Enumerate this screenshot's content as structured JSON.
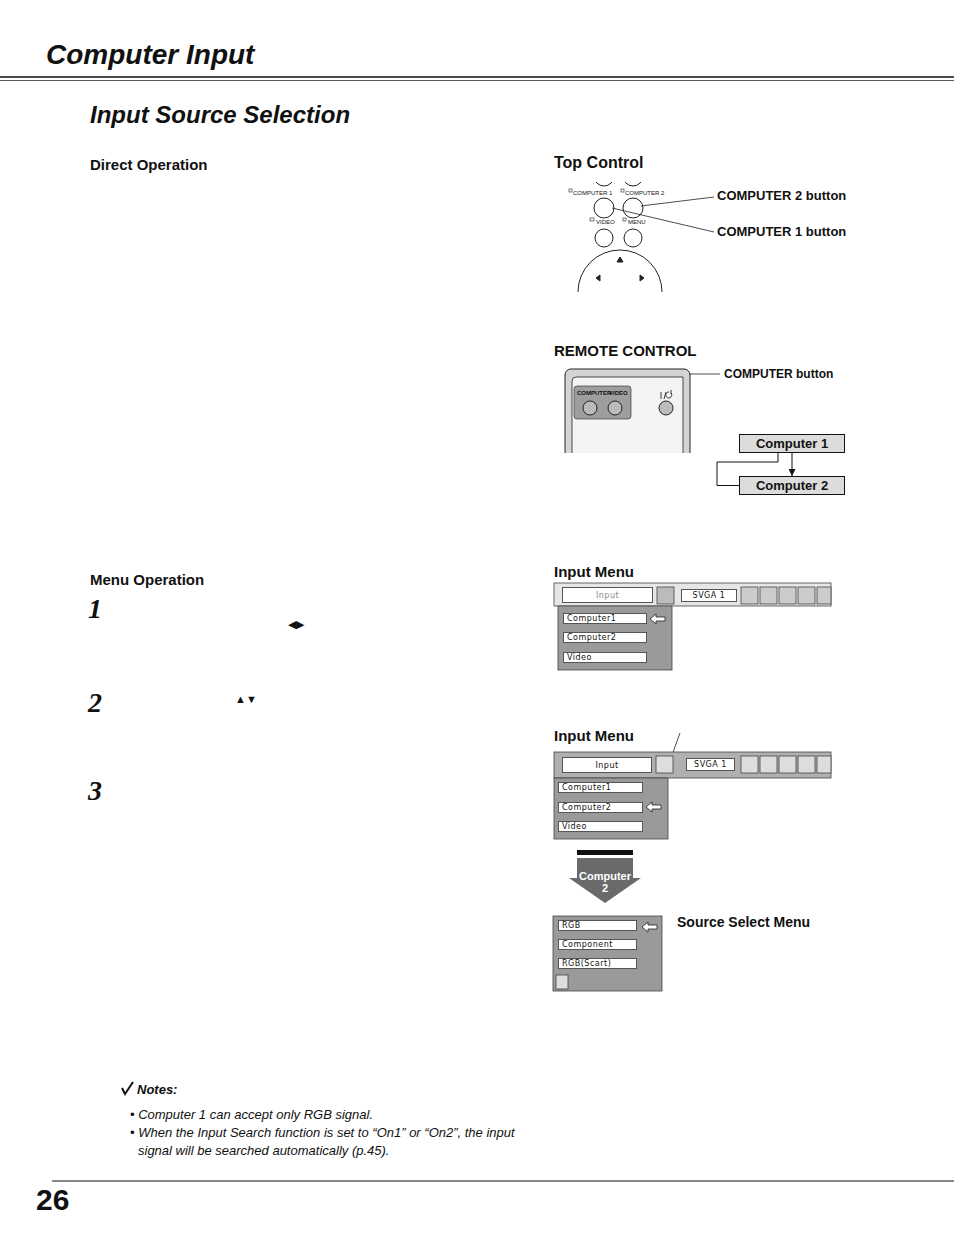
{
  "diagram": {
    "title": "Computer Input",
    "nodes": [
      {
        "text": [
          "Computer 1"
        ]
      },
      {
        "text": [
          "Computer 2"
        ]
      },
      {
        "text": [
          "Input"
        ]
      },
      {
        "text": [
          "SVGA 1"
        ]
      },
      {
        "text": [
          "Computer1"
        ]
      },
      {
        "text": [
          "Computer2"
        ]
      },
      {
        "text": [
          "Video"
        ]
      },
      {
        "text": [
          "Input"
        ]
      },
      {
        "text": [
          "SVGA 1"
        ]
      },
      {
        "text": [
          "Computer1"
        ]
      },
      {
        "text": [
          "Computer2"
        ]
      },
      {
        "text": [
          "Video"
        ]
      },
      {
        "text": [
          "Computer 2"
        ]
      },
      {
        "text": [
          "RGB"
        ]
      },
      {
        "text": [
          "Component"
        ]
      },
      {
        "text": [
          "RGB(Scart)"
        ]
      }
    ],
    "edges": [
      {
        "from": 0,
        "to": 1,
        "arrow": "to"
      },
      {
        "from": 1,
        "to": 0,
        "arrow": "none"
      }
    ],
    "labels": [
      "Input Source Selection",
      "Direct Operation",
      "Top Control",
      "COMPUTER 2 button",
      "COMPUTER 1 button",
      "COMPUTER 1",
      "COMPUTER 2",
      "VIDEO",
      "MENU",
      "REMOTE CONTROL",
      "COMPUTER button",
      "COMPUTER",
      "VIDEO",
      "Menu Operation",
      "1",
      "◀▶",
      "2",
      "▲▼",
      "3",
      "Input Menu",
      "Input Menu",
      "Source Select Menu",
      "Notes:",
      "• Computer 1 can accept only RGB signal.",
      "• When the Input Search function is set to “On1” or “On2”, the input signal will be searched automatically (p.45).",
      "26"
    ]
  }
}
